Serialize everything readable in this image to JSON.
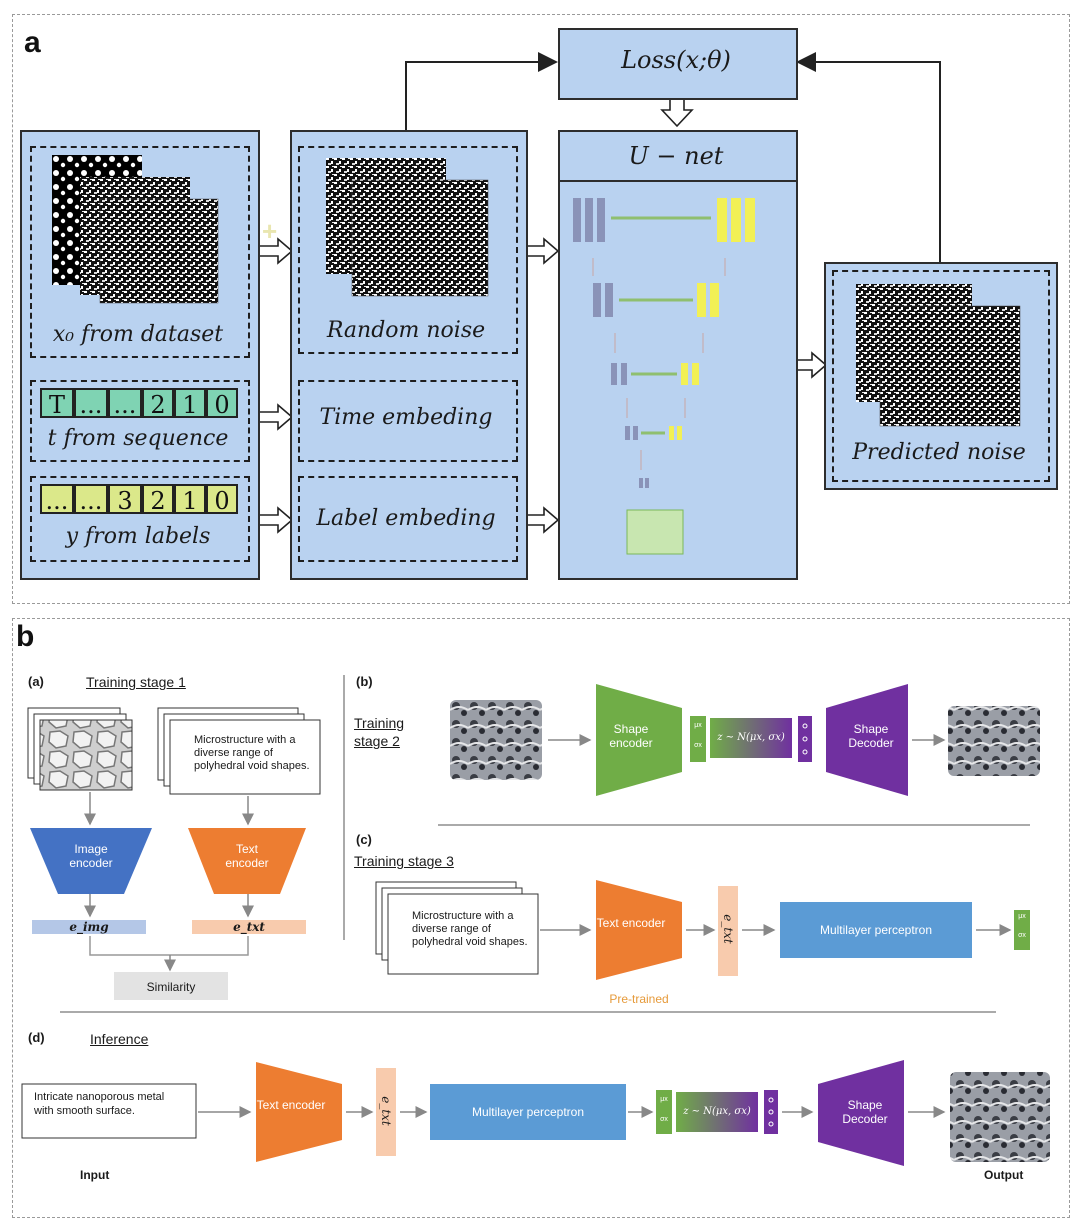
{
  "panel_a": {
    "letter": "a",
    "loss": "Loss(x;θ)",
    "unet": "U − net",
    "x0": "x₀ from dataset",
    "t_seq": [
      "T",
      "...",
      "...",
      "2",
      "1",
      "0"
    ],
    "t_label": "t from sequence",
    "y_seq": [
      "...",
      "...",
      "3",
      "2",
      "1",
      "0"
    ],
    "y_label": "y from labels",
    "random_noise": "Random noise",
    "time_embed": "Time embeding",
    "label_embed": "Label embeding",
    "predicted_noise": "Predicted noise",
    "colors": {
      "box_fill": "#b9d2f0",
      "t_cells": "#7fd3b3",
      "y_cells": "#dbe88a"
    }
  },
  "panel_b": {
    "letter": "b",
    "sub_a": "(a)",
    "training1": "Training stage 1",
    "desc1": "Microstructure with a diverse range of polyhedral void shapes.",
    "image_encoder": "Image encoder",
    "text_encoder": "Text encoder",
    "e_img": "e_img",
    "e_txt": "e_txt",
    "similarity": "Similarity",
    "sub_b": "(b)",
    "training2": "Training stage 2",
    "shape_encoder": "Shape encoder",
    "shape_decoder": "Shape Decoder",
    "mu": "μx",
    "sigma": "σx",
    "z_eq": "z ∼ N(μx, σx)",
    "sub_c": "(c)",
    "training3": "Training stage 3",
    "desc3": "Microstructure with a diverse range of polyhedral void shapes.",
    "mlp": "Multilayer perceptron",
    "pretrained": "Pre-trained",
    "sub_d": "(d)",
    "inference": "Inference",
    "input_text": "Intricate nanoporous metal with smooth surface.",
    "input_label": "Input",
    "output_label": "Output",
    "colors": {
      "image_encoder": "#4472c4",
      "text_encoder": "#ed7d31",
      "shape_encoder": "#70ad47",
      "shape_decoder": "#7030a0",
      "mlp": "#5b9bd5",
      "e_img_bar": "#b4c7e7",
      "e_txt_bar": "#f8cbad",
      "pretrained": "#e69a3a"
    }
  }
}
